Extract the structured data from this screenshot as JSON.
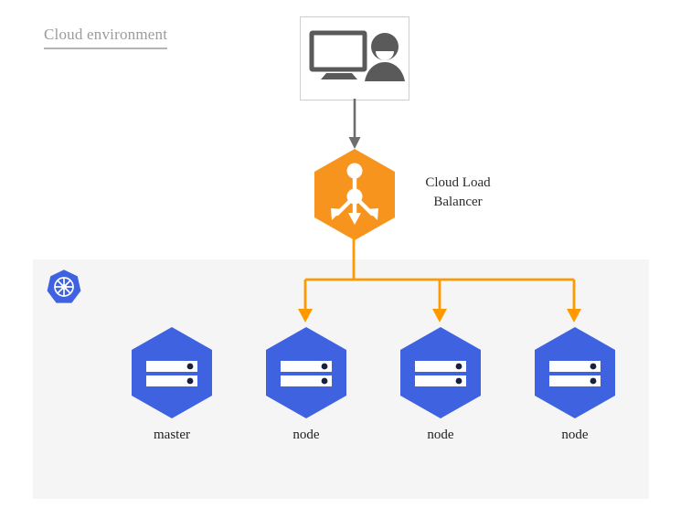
{
  "diagram": {
    "title": "Cloud environment",
    "colors": {
      "panel_background": "#f5f5f5",
      "load_balancer_orange": "#f7941e",
      "connector_orange": "#ff9900",
      "node_blue": "#3f62e0",
      "kubernetes_blue": "#3f62e0",
      "client_icon_gray": "#5a5a5a",
      "client_box_border": "#cfcfcf",
      "client_arrow_gray": "#6e6e6e",
      "title_gray": "#9b9b9b",
      "label_dark": "#1f1f1f"
    },
    "client": {
      "name": "client-workstation",
      "icons": [
        "monitor-icon",
        "user-icon"
      ]
    },
    "load_balancer": {
      "label": "Cloud Load Balancer",
      "label_line1": "Cloud Load",
      "label_line2": "Balancer",
      "icon": "load-balancer-icon",
      "shape": "hexagon"
    },
    "cluster": {
      "logo": "kubernetes-icon",
      "nodes": [
        {
          "label": "master",
          "icon": "server-icon",
          "shape": "hexagon"
        },
        {
          "label": "node",
          "icon": "server-icon",
          "shape": "hexagon"
        },
        {
          "label": "node",
          "icon": "server-icon",
          "shape": "hexagon"
        },
        {
          "label": "node",
          "icon": "server-icon",
          "shape": "hexagon"
        }
      ]
    },
    "connectors": [
      {
        "name": "client-to-load-balancer",
        "style": "arrow",
        "color": "#6e6e6e"
      },
      {
        "name": "load-balancer-to-nodes",
        "style": "fan-out-arrows",
        "color": "#ff9900",
        "targets": 3
      }
    ]
  }
}
